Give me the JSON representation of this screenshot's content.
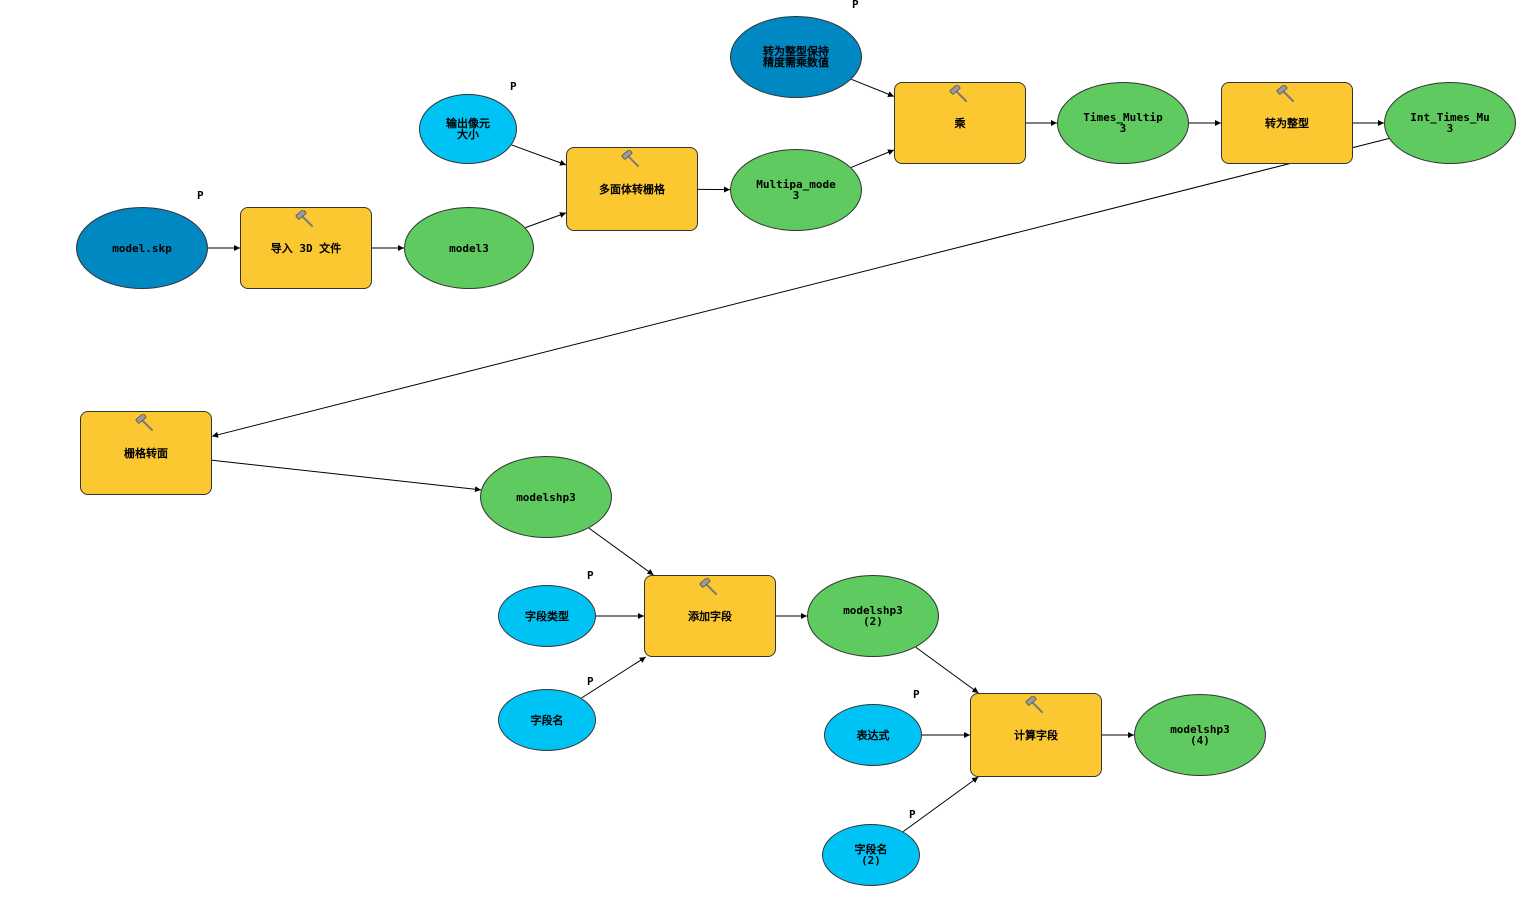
{
  "colors": {
    "input_data": "#0088c2",
    "parameter": "#00c3f5",
    "tool": "#fcc832",
    "derived_data": "#5fca5f",
    "connector": "#000000"
  },
  "icons": {
    "tool": "hammer-icon"
  },
  "parameter_marker": "P",
  "nodes": [
    {
      "id": "model_skp",
      "kind": "input_data",
      "label": "model.skp"
    },
    {
      "id": "import_3d",
      "kind": "tool",
      "label": "导入 3D 文件"
    },
    {
      "id": "model3",
      "kind": "derived_data",
      "label": "model3"
    },
    {
      "id": "cell_size",
      "kind": "parameter",
      "label": "输出像元\n大小"
    },
    {
      "id": "multipatch_to_raster",
      "kind": "tool",
      "label": "多面体转栅格"
    },
    {
      "id": "multipa_mode3",
      "kind": "derived_data",
      "label": "Multipa_mode\n3"
    },
    {
      "id": "precision_value",
      "kind": "input_data",
      "label": "转为整型保持\n精度需乘数值"
    },
    {
      "id": "times",
      "kind": "tool",
      "label": "乘"
    },
    {
      "id": "times_multip3",
      "kind": "derived_data",
      "label": "Times_Multip\n3"
    },
    {
      "id": "to_int",
      "kind": "tool",
      "label": "转为整型"
    },
    {
      "id": "int_times_mu3",
      "kind": "derived_data",
      "label": "Int_Times_Mu\n3"
    },
    {
      "id": "raster_to_polygon",
      "kind": "tool",
      "label": "栅格转面"
    },
    {
      "id": "modelshp3",
      "kind": "derived_data",
      "label": "modelshp3"
    },
    {
      "id": "field_type",
      "kind": "parameter",
      "label": "字段类型"
    },
    {
      "id": "field_name",
      "kind": "parameter",
      "label": "字段名"
    },
    {
      "id": "add_field",
      "kind": "tool",
      "label": "添加字段"
    },
    {
      "id": "modelshp3_2",
      "kind": "derived_data",
      "label": "modelshp3\n(2)"
    },
    {
      "id": "expression",
      "kind": "parameter",
      "label": "表达式"
    },
    {
      "id": "field_name_2",
      "kind": "parameter",
      "label": "字段名\n(2)"
    },
    {
      "id": "calculate_field",
      "kind": "tool",
      "label": "计算字段"
    },
    {
      "id": "modelshp3_4",
      "kind": "derived_data",
      "label": "modelshp3\n(4)"
    }
  ],
  "edges": [
    {
      "from": "model_skp",
      "to": "import_3d"
    },
    {
      "from": "import_3d",
      "to": "model3"
    },
    {
      "from": "model3",
      "to": "multipatch_to_raster"
    },
    {
      "from": "cell_size",
      "to": "multipatch_to_raster"
    },
    {
      "from": "multipatch_to_raster",
      "to": "multipa_mode3"
    },
    {
      "from": "multipa_mode3",
      "to": "times"
    },
    {
      "from": "precision_value",
      "to": "times"
    },
    {
      "from": "times",
      "to": "times_multip3"
    },
    {
      "from": "times_multip3",
      "to": "to_int"
    },
    {
      "from": "to_int",
      "to": "int_times_mu3"
    },
    {
      "from": "int_times_mu3",
      "to": "raster_to_polygon"
    },
    {
      "from": "raster_to_polygon",
      "to": "modelshp3"
    },
    {
      "from": "modelshp3",
      "to": "add_field"
    },
    {
      "from": "field_type",
      "to": "add_field"
    },
    {
      "from": "field_name",
      "to": "add_field"
    },
    {
      "from": "add_field",
      "to": "modelshp3_2"
    },
    {
      "from": "modelshp3_2",
      "to": "calculate_field"
    },
    {
      "from": "expression",
      "to": "calculate_field"
    },
    {
      "from": "field_name_2",
      "to": "calculate_field"
    },
    {
      "from": "calculate_field",
      "to": "modelshp3_4"
    }
  ],
  "parameter_flags": [
    "model_skp",
    "cell_size",
    "precision_value",
    "field_type",
    "field_name",
    "expression",
    "field_name_2"
  ]
}
